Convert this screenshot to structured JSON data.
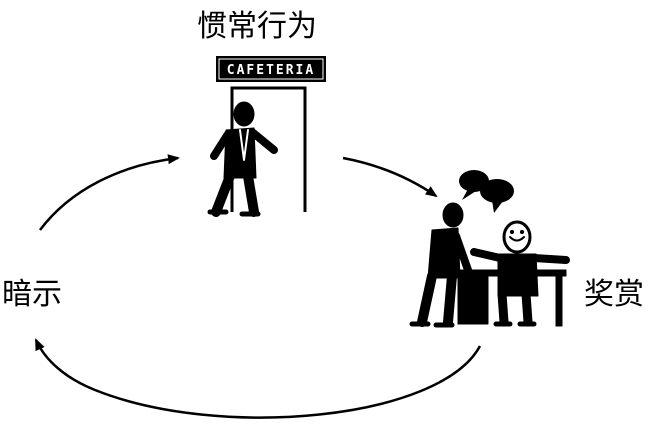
{
  "labels": {
    "routine": "惯常行为",
    "cue": "暗示",
    "reward": "奖赏"
  },
  "sign": {
    "text": "CAFETERIA"
  },
  "colors": {
    "ink": "#000000",
    "background": "#ffffff"
  },
  "icons": [
    "walking-man-icon",
    "office-workers-icon",
    "speech-bubble-icon"
  ]
}
